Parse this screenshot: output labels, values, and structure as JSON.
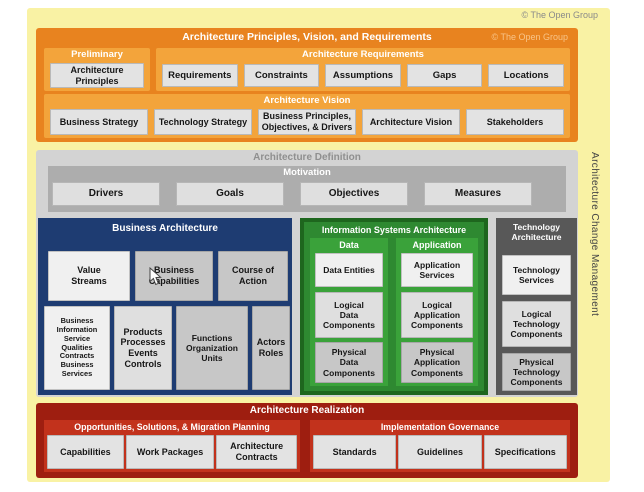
{
  "page": {
    "copyright": "© The Open Group"
  },
  "colors": {
    "panel_yellow": "#F9F2A4",
    "orange_dark": "#E8831F",
    "orange_light": "#F3A43B",
    "gray_panel": "#D3D3D3",
    "gray_bar": "#ADADAD",
    "business_blue": "#1E3C72",
    "green_border": "#1E661E",
    "green_inner": "#2E8931",
    "green_column": "#3AA23A",
    "tech_gray": "#585858",
    "red_dark": "#9E1E10",
    "red_inner": "#C2321C",
    "box_white": "#F0F0F0",
    "box_light": "#DFDFDF",
    "box_gray": "#C7C7C7"
  },
  "principles": {
    "title": "Architecture Principles, Vision, and Requirements",
    "copyright": "© The Open Group",
    "preliminary": {
      "title": "Preliminary",
      "box": "Architecture\nPrinciples"
    },
    "requirements": {
      "title": "Architecture Requirements",
      "items": [
        "Requirements",
        "Constraints",
        "Assumptions",
        "Gaps",
        "Locations"
      ]
    },
    "vision": {
      "title": "Architecture Vision",
      "items": [
        "Business Strategy",
        "Technology Strategy",
        "Business Principles,\nObjectives, & Drivers",
        "Architecture Vision",
        "Stakeholders"
      ]
    }
  },
  "definition": {
    "title": "Architecture Definition",
    "motivation": {
      "title": "Motivation",
      "items": [
        "Drivers",
        "Goals",
        "Objectives",
        "Measures"
      ]
    },
    "business": {
      "title": "Business Architecture",
      "row1": [
        "Value\nStreams",
        "Business\nCapabilities",
        "Course of\nAction"
      ],
      "row2": [
        "Business\nInformation\nService\nQualities\nContracts\nBusiness\nServices",
        "Products\nProcesses\nEvents\nControls",
        "Functions\nOrganization\nUnits",
        "Actors\nRoles"
      ]
    },
    "infosys": {
      "title": "Information Systems Architecture",
      "data": {
        "title": "Data",
        "items": [
          "Data Entities",
          "Logical\nData\nComponents",
          "Physical\nData\nComponents"
        ]
      },
      "application": {
        "title": "Application",
        "items": [
          "Application\nServices",
          "Logical\nApplication\nComponents",
          "Physical\nApplication\nComponents"
        ]
      }
    },
    "technology": {
      "title": "Technology\nArchitecture",
      "items": [
        "Technology\nServices",
        "Logical\nTechnology\nComponents",
        "Physical\nTechnology\nComponents"
      ]
    }
  },
  "realization": {
    "title": "Architecture Realization",
    "osmp": {
      "title": "Opportunities, Solutions, & Migration Planning",
      "items": [
        "Capabilities",
        "Work Packages",
        "Architecture\nContracts"
      ]
    },
    "governance": {
      "title": "Implementation Governance",
      "items": [
        "Standards",
        "Guidelines",
        "Specifications"
      ]
    }
  },
  "side": {
    "label": "Architecture Change Management"
  }
}
